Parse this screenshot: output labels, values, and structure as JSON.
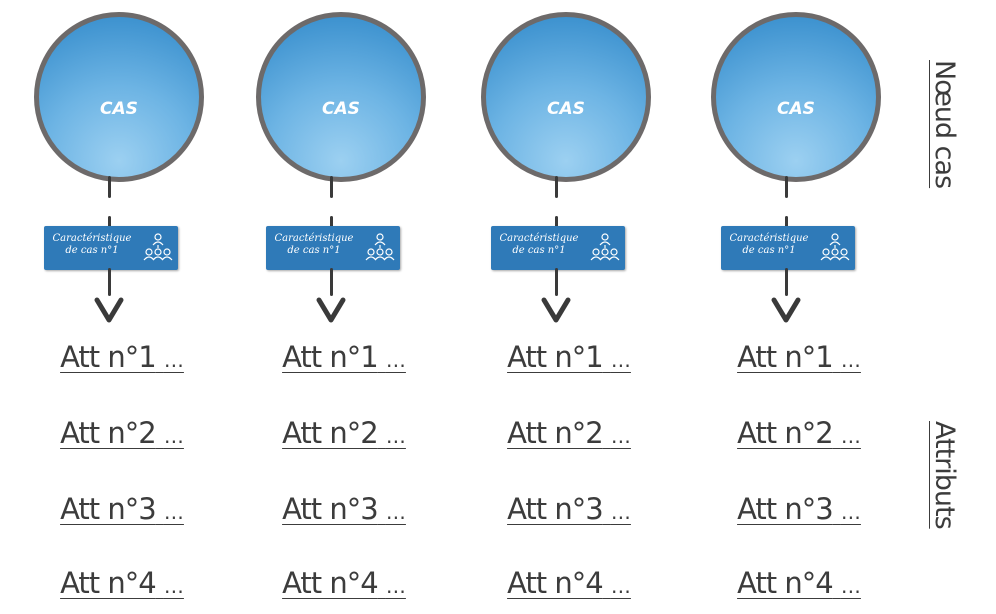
{
  "columns": [
    {
      "case_label": "CAS",
      "characteristic": [
        "Caractéristique",
        "de cas n°1"
      ],
      "attributes": [
        {
          "label": "Att n°1",
          "dots": "…"
        },
        {
          "label": "Att n°2",
          "dots": "…"
        },
        {
          "label": "Att n°3",
          "dots": "…"
        },
        {
          "label": "Att n°4",
          "dots": "…"
        }
      ]
    },
    {
      "case_label": "CAS",
      "characteristic": [
        "Caractéristique",
        "de cas n°1"
      ],
      "attributes": [
        {
          "label": "Att n°1",
          "dots": "…"
        },
        {
          "label": "Att n°2",
          "dots": "…"
        },
        {
          "label": "Att n°3",
          "dots": "…"
        },
        {
          "label": "Att n°4",
          "dots": "…"
        }
      ]
    },
    {
      "case_label": "CAS",
      "characteristic": [
        "Caractéristique",
        "de cas n°1"
      ],
      "attributes": [
        {
          "label": "Att n°1",
          "dots": "…"
        },
        {
          "label": "Att n°2",
          "dots": "…"
        },
        {
          "label": "Att n°3",
          "dots": "…"
        },
        {
          "label": "Att n°4",
          "dots": "…"
        }
      ]
    },
    {
      "case_label": "CAS",
      "characteristic": [
        "Caractéristique",
        "de cas n°1"
      ],
      "attributes": [
        {
          "label": "Att n°1",
          "dots": "…"
        },
        {
          "label": "Att n°2",
          "dots": "…"
        },
        {
          "label": "Att n°3",
          "dots": "…"
        },
        {
          "label": "Att n°4",
          "dots": "…"
        }
      ]
    }
  ],
  "side_labels": {
    "top": "Nœud cas",
    "bottom": "Attributs"
  },
  "icons": {
    "characteristic_icon": "hierarchy-people-icon",
    "arrow_icon": "chevron-down-icon"
  },
  "colors": {
    "circle_fill": "#4a9fd9",
    "circle_border": "#6d6a6a",
    "tag_fill": "#2f7ab8",
    "text": "#3c3c3c"
  }
}
